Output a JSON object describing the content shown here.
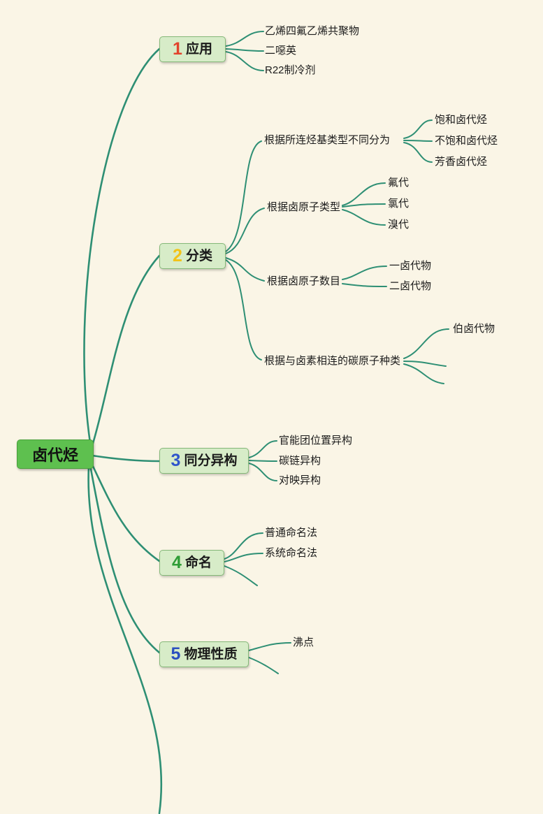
{
  "root": {
    "label": "卤代烃"
  },
  "branches": [
    {
      "number": "1",
      "label": "应用",
      "number_color": "#e2432c",
      "children": [
        {
          "label": "乙烯四氟乙烯共聚物"
        },
        {
          "label": "二噁英"
        },
        {
          "label": "R22制冷剂"
        }
      ]
    },
    {
      "number": "2",
      "label": "分类",
      "number_color": "#f2c318",
      "children": [
        {
          "label": "根据所连烃基类型不同分为",
          "children": [
            {
              "label": "饱和卤代烃"
            },
            {
              "label": "不饱和卤代烃"
            },
            {
              "label": "芳香卤代烃"
            }
          ]
        },
        {
          "label": "根据卤原子类型",
          "children": [
            {
              "label": "氟代"
            },
            {
              "label": "氯代"
            },
            {
              "label": "溴代"
            }
          ]
        },
        {
          "label": "根据卤原子数目",
          "children": [
            {
              "label": "一卤代物"
            },
            {
              "label": "二卤代物"
            }
          ]
        },
        {
          "label": "根据与卤素相连的碳原子种类",
          "children": [
            {
              "label": "伯卤代物"
            }
          ]
        }
      ]
    },
    {
      "number": "3",
      "label": "同分异构",
      "number_color": "#2f55cb",
      "children": [
        {
          "label": "官能团位置异构"
        },
        {
          "label": "碳链异构"
        },
        {
          "label": "对映异构"
        }
      ]
    },
    {
      "number": "4",
      "label": "命名",
      "number_color": "#2f9d36",
      "children": [
        {
          "label": "普通命名法"
        },
        {
          "label": "系统命名法"
        }
      ]
    },
    {
      "number": "5",
      "label": "物理性质",
      "number_color": "#2b50c0",
      "children": [
        {
          "label": "沸点"
        }
      ]
    }
  ],
  "colors": {
    "background": "#faf5e6",
    "connector_line": "#2e8f74",
    "root_fill": "#5ec04f",
    "branch_fill": "#d7ecc8",
    "branch_border": "#84b878"
  }
}
